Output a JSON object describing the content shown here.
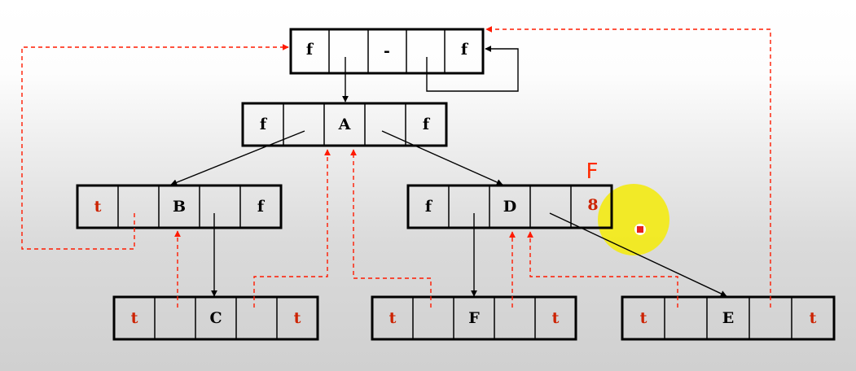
{
  "colors": {
    "tag_dark": "#000000",
    "tag_red": "#cc2200",
    "thread": "#ff1a00",
    "child_link": "#000000",
    "highlight": "#f2ea1c",
    "cursor_dot": "#e8201a",
    "annotation": "#ff2a00"
  },
  "nodes": {
    "header": {
      "cells": [
        "f",
        "",
        "-",
        "",
        "f"
      ],
      "tag_colors": [
        "dark",
        "",
        "dark",
        "",
        "dark"
      ]
    },
    "A": {
      "cells": [
        "f",
        "",
        "A",
        "",
        "f"
      ],
      "tag_colors": [
        "dark",
        "",
        "dark",
        "",
        "dark"
      ]
    },
    "B": {
      "cells": [
        "t",
        "",
        "B",
        "",
        "f"
      ],
      "tag_colors": [
        "red",
        "",
        "dark",
        "",
        "dark"
      ]
    },
    "D": {
      "cells": [
        "f",
        "",
        "D",
        "",
        "8"
      ],
      "tag_colors": [
        "dark",
        "",
        "dark",
        "",
        "red"
      ]
    },
    "C": {
      "cells": [
        "t",
        "",
        "C",
        "",
        "t"
      ],
      "tag_colors": [
        "red",
        "",
        "dark",
        "",
        "red"
      ]
    },
    "F": {
      "cells": [
        "t",
        "",
        "F",
        "",
        "t"
      ],
      "tag_colors": [
        "red",
        "",
        "dark",
        "",
        "red"
      ]
    },
    "E": {
      "cells": [
        "t",
        "",
        "E",
        "",
        "t"
      ],
      "tag_colors": [
        "red",
        "",
        "dark",
        "",
        "red"
      ]
    }
  },
  "annotation": {
    "text": "F"
  },
  "cursor": {
    "highlight_icon": "cursor-highlight-circle",
    "dot_icon": "cursor-dot"
  }
}
